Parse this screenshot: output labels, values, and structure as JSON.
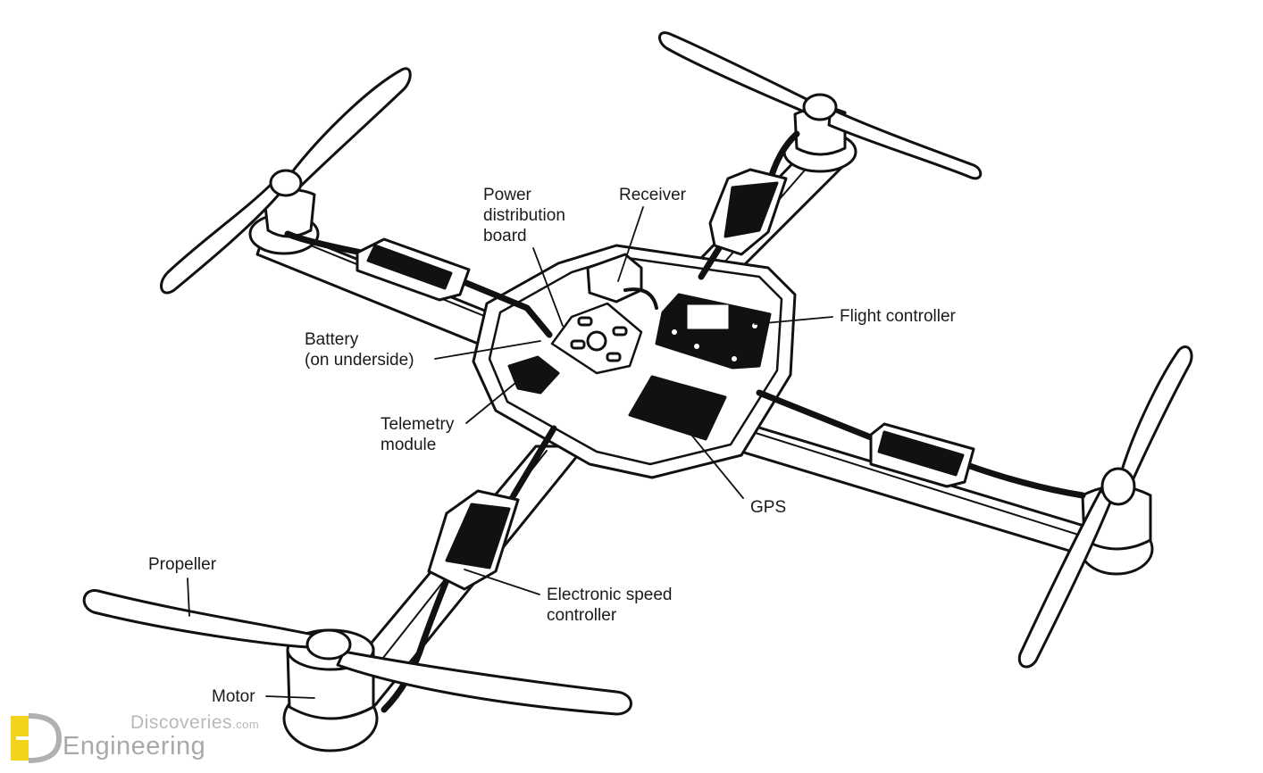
{
  "labels": {
    "receiver": "Receiver",
    "power_board": [
      "Power",
      "distribution",
      "board"
    ],
    "flight_controller": "Flight controller",
    "battery": [
      "Battery",
      "(on underside)"
    ],
    "telemetry": [
      "Telemetry",
      "module"
    ],
    "gps": "GPS",
    "propeller": "Propeller",
    "esc": [
      "Electronic speed",
      "controller"
    ],
    "motor": "Motor"
  },
  "logo": {
    "line1": "Discoveries",
    "line1_suffix": ".com",
    "line2": "Engineering"
  },
  "colors": {
    "line": "#111111",
    "label_text": "#1a1a1a",
    "logo_yellow": "#f2d31b",
    "logo_gray": "#b0b0b0"
  }
}
